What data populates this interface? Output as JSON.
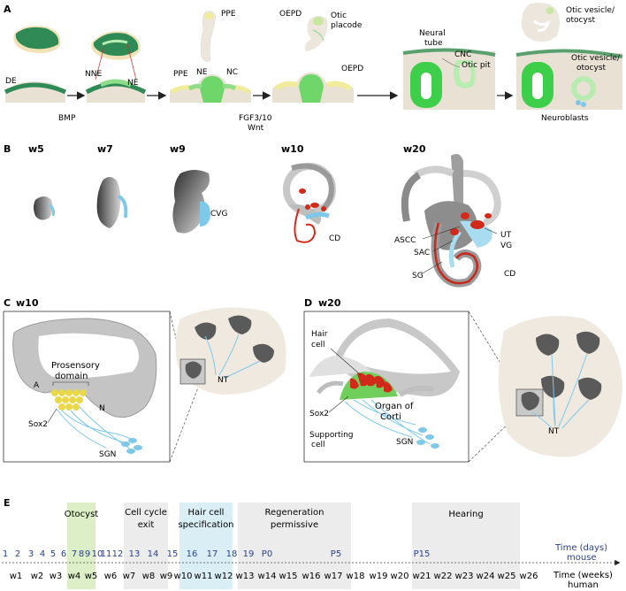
{
  "panelA": {
    "letter": "A",
    "labels": {
      "de": "DE",
      "nne": "NNE",
      "ne1": "NE",
      "bmp": "BMP",
      "ppe_top": "PPE",
      "ppe": "PPE",
      "ne2": "NE",
      "nc": "NC",
      "fgf": "FGF3/10",
      "wnt": "Wnt",
      "oepd_top": "OEPD",
      "otic_placode_1": "Otic",
      "otic_placode_2": "placode",
      "oepd": "OEPD",
      "neural_tube_1": "Neural",
      "neural_tube_2": "tube",
      "cnc": "CNC",
      "otic_pit": "Otic pit",
      "otic_vesicle_top_1": "Otic vesicle/",
      "otic_vesicle_top_2": "otocyst",
      "otic_vesicle_1": "Otic vesicle/",
      "otic_vesicle_2": "otocyst",
      "neuroblasts": "Neuroblasts"
    }
  },
  "panelB": {
    "letter": "B",
    "stages": [
      "w5",
      "w7",
      "w9",
      "w10",
      "w20"
    ],
    "labels": {
      "cvg": "CVG",
      "cd_w10": "CD",
      "ut": "UT",
      "ascc": "ASCC",
      "vg": "VG",
      "sac": "SAC",
      "sg": "SG",
      "cd_w20": "CD"
    }
  },
  "panelC": {
    "letter": "C",
    "stage": "w10",
    "labels": {
      "prosensory_1": "Prosensory",
      "prosensory_2": "domain",
      "a": "A",
      "n": "N",
      "sox2": "Sox2",
      "sgn": "SGN",
      "nt": "NT"
    }
  },
  "panelD": {
    "letter": "D",
    "stage": "w20",
    "labels": {
      "hair_cell_1": "Hair",
      "hair_cell_2": "cell",
      "sox2": "Sox2",
      "organ_1": "Organ of",
      "organ_2": "Corti",
      "supporting_1": "Supporting",
      "supporting_2": "cell",
      "sgn": "SGN",
      "nt": "NT"
    }
  },
  "panelE": {
    "letter": "E",
    "phases": {
      "otocyst": "Otocyst",
      "cell_cycle_1": "Cell cycle",
      "cell_cycle_2": "exit",
      "hair_spec_1": "Hair cell",
      "hair_spec_2": "specification",
      "regen_1": "Regeneration",
      "regen_2": "permissive",
      "hearing": "Hearing"
    },
    "mouse_days": [
      "1",
      "2",
      "3",
      "4",
      "5",
      "6",
      "7",
      "8",
      "9",
      "10",
      "11",
      "12",
      "13",
      "14",
      "15",
      "16",
      "17",
      "18",
      "19",
      "P0",
      "P5",
      "P15"
    ],
    "human_weeks": [
      "w1",
      "w2",
      "w3",
      "w4",
      "w5",
      "w6",
      "w7",
      "w8",
      "w9",
      "w10",
      "w11",
      "w12",
      "w13",
      "w14",
      "w15",
      "w16",
      "w17",
      "w18",
      "w19",
      "w20",
      "w21",
      "w22",
      "w23",
      "w24",
      "w25",
      "w26"
    ],
    "mouse_axis_1": "Time (days)",
    "mouse_axis_2": "mouse",
    "human_axis_1": "Time (weeks)",
    "human_axis_2": "human"
  },
  "colors": {
    "green_dark": "#2e7d4f",
    "green_light": "#8fdc8a",
    "green_bright": "#3ecf4a",
    "yellow": "#e8e27a",
    "tan": "#e9e1d4",
    "blue": "#7ec8ea",
    "red": "#d12a1a",
    "gray": "#9e9e9e",
    "otocyst_band": "#dcefc6",
    "hair_spec_band": "#d9eef5",
    "phase_band": "#ececec",
    "mouse_text": "#2b3f8c"
  }
}
